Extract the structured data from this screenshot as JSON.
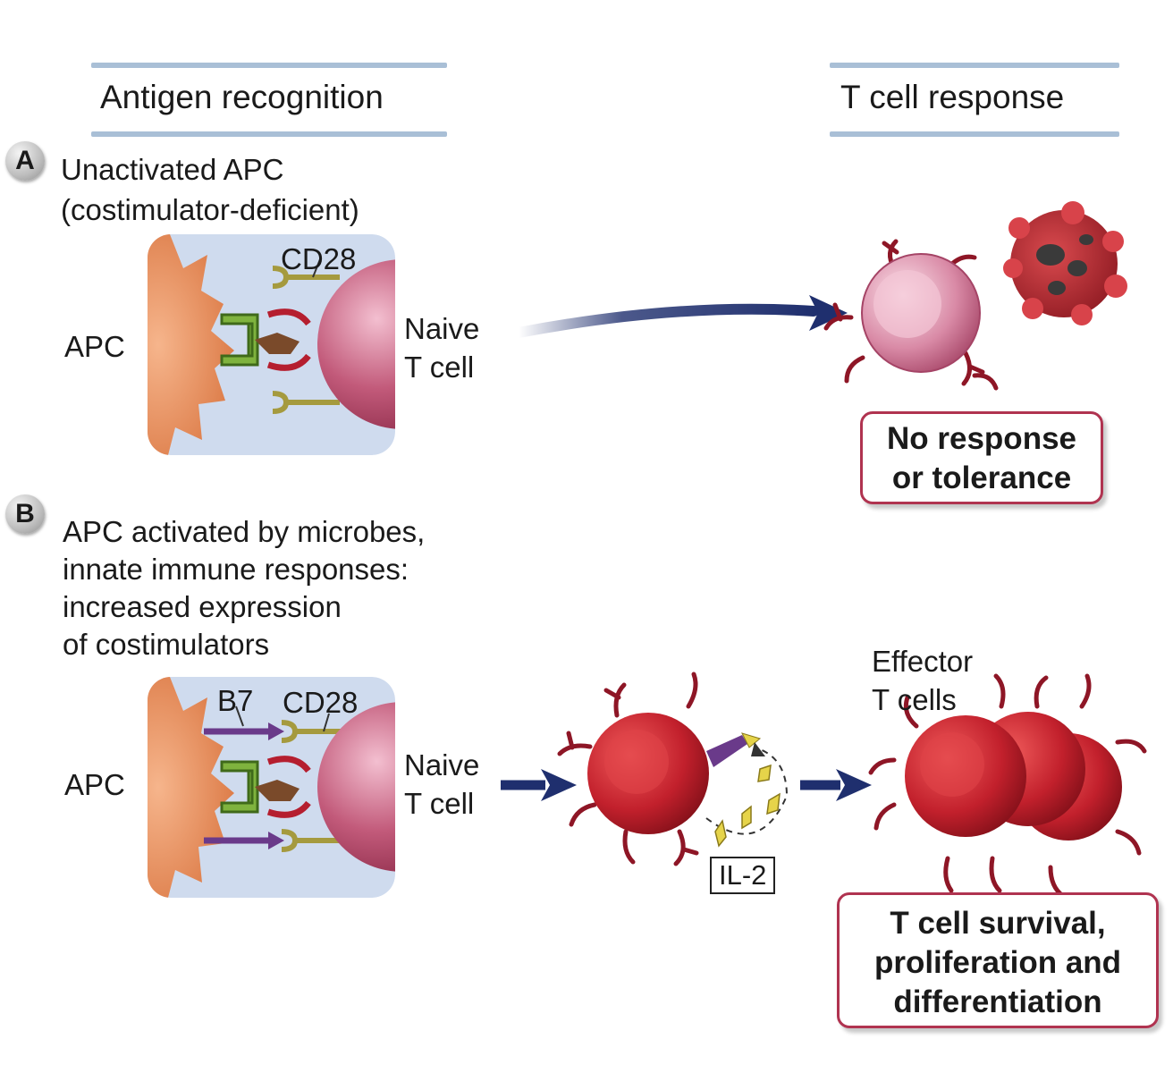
{
  "headers": {
    "left": "Antigen recognition",
    "right": "T cell response"
  },
  "panel_a": {
    "badge": "A",
    "caption_lines": [
      "Unactivated APC",
      "(costimulator-deficient)"
    ],
    "apc_label": "APC",
    "cd28_label": "CD28",
    "naive_lines": [
      "Naive",
      "T cell"
    ],
    "outcome_lines": [
      "No response",
      "or tolerance"
    ]
  },
  "panel_b": {
    "badge": "B",
    "caption_lines": [
      "APC activated by microbes,",
      "innate immune responses:",
      "increased expression",
      "of costimulators"
    ],
    "apc_label": "APC",
    "b7_label": "B7",
    "cd28_label": "CD28",
    "naive_lines": [
      "Naive",
      "T cell"
    ],
    "il2_label": "IL-2",
    "effector_lines": [
      "Effector",
      "T cells"
    ],
    "outcome_lines": [
      "T cell survival,",
      "proliferation and",
      "differentiation"
    ]
  },
  "colors": {
    "header_bar": "#a9bfd6",
    "arrow": "#1f2f6e",
    "tcell": "#b51e2f",
    "apc": "#e6915f",
    "outcome_border": "#b03350"
  }
}
